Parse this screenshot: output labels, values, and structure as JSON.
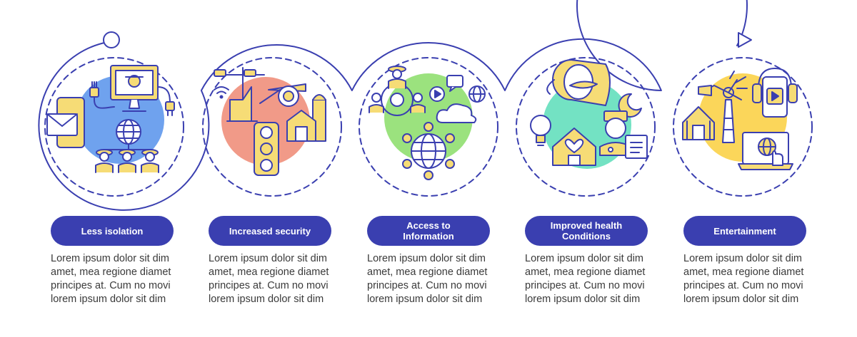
{
  "colors": {
    "outline": "#3a3fb0",
    "pill": "#3a3fb0",
    "icon_fill": "#f6dc76",
    "blob_blue": "#6fa2ee",
    "blob_red": "#f19a88",
    "blob_green": "#9be27e",
    "blob_teal": "#73e2c3",
    "blob_yellow": "#fbd65a",
    "text": "#3a3a3a"
  },
  "steps": [
    {
      "title": "Less isolation",
      "description": "Lorem ipsum dolor sit dim amet, mea regione diamet principes at. Cum no movi lorem ipsum dolor sit dim",
      "icons": [
        "monitor-farmer-icon",
        "smartphone-mail-icon",
        "power-plug-icon",
        "globe-icon",
        "farmers-icon"
      ]
    },
    {
      "title": "Increased security",
      "description": "Lorem ipsum dolor sit dim amet, mea regione diamet principes at. Cum no movi lorem ipsum dolor sit dim",
      "icons": [
        "street-light-icon",
        "wifi-icon",
        "security-camera-icon",
        "barn-silo-icon",
        "traffic-light-icon"
      ]
    },
    {
      "title": "Access to\nInformation",
      "description": "Lorem ipsum dolor sit dim amet, mea regione diamet principes at. Cum no movi lorem ipsum dolor sit dim",
      "icons": [
        "farmer-network-icon",
        "play-message-icon",
        "globe-icon",
        "cloud-icon",
        "global-network-icon"
      ]
    },
    {
      "title": "Improved health\nConditions",
      "description": "Lorem ipsum dolor sit dim amet, mea regione diamet principes at. Cum no movi lorem ipsum dolor sit dim",
      "icons": [
        "pill-bottle-icon",
        "moon-icon",
        "light-bulb-icon",
        "home-heart-icon",
        "doctor-icon",
        "medical-record-icon"
      ]
    },
    {
      "title": "Entertainment",
      "description": "Lorem ipsum dolor sit dim amet, mea regione diamet principes at. Cum no movi lorem ipsum dolor sit dim",
      "icons": [
        "farm-house-icon",
        "wind-turbine-icon",
        "headphones-phone-icon",
        "laptop-globe-icon"
      ]
    }
  ]
}
